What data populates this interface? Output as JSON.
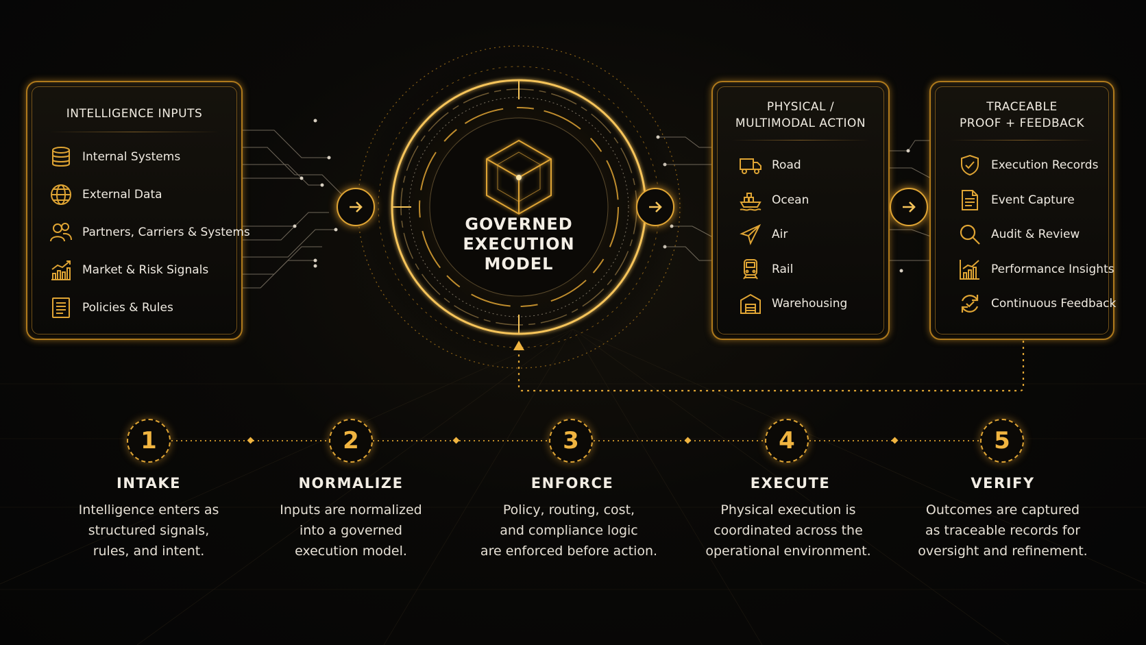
{
  "colors": {
    "accent": "#e0a534",
    "glow": "#f6c45a",
    "background": "#0a0907",
    "text": "#f0ebe2"
  },
  "inputs_panel": {
    "title": "INTELLIGENCE INPUTS",
    "items": [
      {
        "icon": "database-icon",
        "label": "Internal Systems"
      },
      {
        "icon": "globe-icon",
        "label": "External Data"
      },
      {
        "icon": "users-icon",
        "label": "Partners, Carriers & Systems"
      },
      {
        "icon": "chart-icon",
        "label": "Market & Risk Signals"
      },
      {
        "icon": "document-icon",
        "label": "Policies & Rules"
      }
    ]
  },
  "core": {
    "icon": "cube-icon",
    "title_lines": [
      "GOVERNED",
      "EXECUTION",
      "MODEL"
    ]
  },
  "action_panel": {
    "title_lines": [
      "PHYSICAL /",
      "MULTIMODAL ACTION"
    ],
    "items": [
      {
        "icon": "truck-icon",
        "label": "Road"
      },
      {
        "icon": "ship-icon",
        "label": "Ocean"
      },
      {
        "icon": "plane-icon",
        "label": "Air"
      },
      {
        "icon": "train-icon",
        "label": "Rail"
      },
      {
        "icon": "warehouse-icon",
        "label": "Warehousing"
      }
    ]
  },
  "proof_panel": {
    "title_lines": [
      "TRACEABLE",
      "PROOF + FEEDBACK"
    ],
    "items": [
      {
        "icon": "shield-check-icon",
        "label": "Execution Records"
      },
      {
        "icon": "file-icon",
        "label": "Event Capture"
      },
      {
        "icon": "magnifier-icon",
        "label": "Audit & Review"
      },
      {
        "icon": "chart-icon",
        "label": "Performance Insights"
      },
      {
        "icon": "refresh-icon",
        "label": "Continuous Feedback"
      }
    ]
  },
  "steps": [
    {
      "number": "1",
      "title": "INTAKE",
      "lines": [
        "Intelligence enters as",
        "structured signals,",
        "rules, and intent."
      ]
    },
    {
      "number": "2",
      "title": "NORMALIZE",
      "lines": [
        "Inputs are normalized",
        "into a governed",
        "execution model."
      ]
    },
    {
      "number": "3",
      "title": "ENFORCE",
      "lines": [
        "Policy, routing, cost,",
        "and compliance logic",
        "are enforced before action."
      ]
    },
    {
      "number": "4",
      "title": "EXECUTE",
      "lines": [
        "Physical execution is",
        "coordinated across the",
        "operational environment."
      ]
    },
    {
      "number": "5",
      "title": "VERIFY",
      "lines": [
        "Outcomes are captured",
        "as traceable records for",
        "oversight and refinement."
      ]
    }
  ]
}
